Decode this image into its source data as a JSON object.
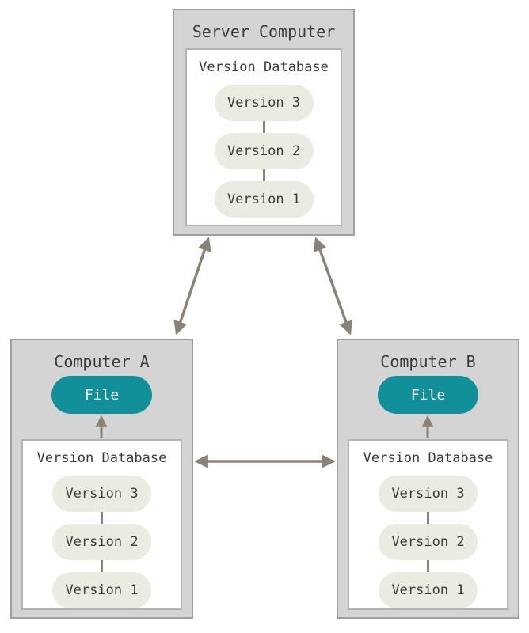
{
  "colors": {
    "background": "#ffffff",
    "computer_box_fill": "#d4d4d4",
    "computer_box_border": "#9e9e9e",
    "database_box_fill": "#ffffff",
    "database_box_border": "#b3b3b3",
    "version_pill_fill": "#ecebe2",
    "file_pill_fill": "#11909a",
    "file_pill_text": "#ffffff",
    "arrow": "#8b8177",
    "text": "#3b3b3b"
  },
  "server": {
    "title": "Server Computer",
    "database": {
      "label": "Version Database",
      "versions": [
        "Version 3",
        "Version 2",
        "Version 1"
      ]
    }
  },
  "computer_a": {
    "title": "Computer A",
    "file_label": "File",
    "database": {
      "label": "Version Database",
      "versions": [
        "Version 3",
        "Version 2",
        "Version 1"
      ]
    }
  },
  "computer_b": {
    "title": "Computer B",
    "file_label": "File",
    "database": {
      "label": "Version Database",
      "versions": [
        "Version 3",
        "Version 2",
        "Version 1"
      ]
    }
  }
}
